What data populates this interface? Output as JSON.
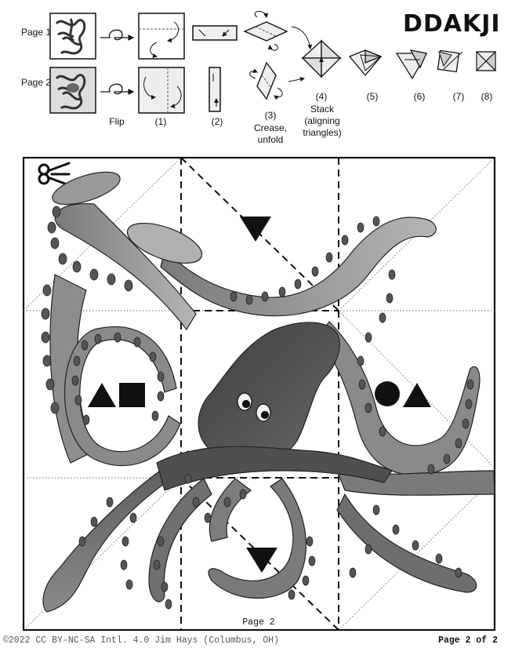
{
  "brand": {
    "name": "DDAKJI"
  },
  "instructions": {
    "page1_label": "Page 1",
    "page2_label": "Page 2",
    "flip_label": "Flip",
    "steps": [
      {
        "num": "(1)",
        "caption": ""
      },
      {
        "num": "(2)",
        "caption": ""
      },
      {
        "num": "(3)",
        "caption": "Crease, unfold"
      },
      {
        "num": "(4)",
        "caption": "Stack (aligning triangles)"
      },
      {
        "num": "(5)",
        "caption": ""
      },
      {
        "num": "(6)",
        "caption": ""
      },
      {
        "num": "(7)",
        "caption": ""
      },
      {
        "num": "(8)",
        "caption": ""
      }
    ]
  },
  "sheet": {
    "label": "Page 2",
    "left_symbols": [
      "triangle",
      "square"
    ],
    "right_symbols": [
      "circle",
      "triangle"
    ],
    "top_symbol": "down-triangle",
    "bottom_symbol": "down-triangle"
  },
  "footer": {
    "copyright": "©2022 CC BY-NC-SA Intl. 4.0 Jim Hays (Columbus, OH)",
    "page_of": "Page 2 of 2"
  },
  "colors": {
    "octopus_dark": "#4a4a4a",
    "octopus_light": "#9a9a9a",
    "ink": "#111111"
  }
}
